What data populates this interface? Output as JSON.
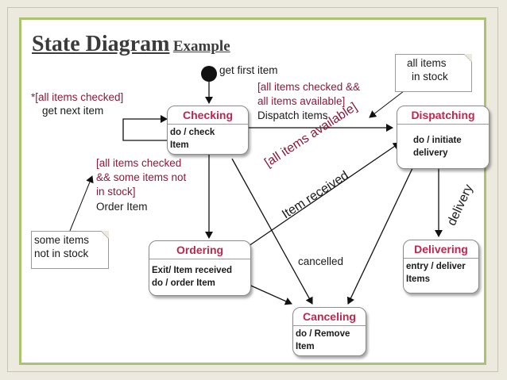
{
  "title": {
    "main": "State Diagram",
    "sub": "Example"
  },
  "initial": {
    "label": "get first item"
  },
  "states": {
    "checking": {
      "name": "Checking",
      "activity": [
        "do / check",
        "Item"
      ]
    },
    "dispatching": {
      "name": "Dispatching",
      "activity": [
        "do / initiate",
        "delivery"
      ]
    },
    "ordering": {
      "name": "Ordering",
      "activity": [
        "Exit/ Item received",
        "do / order Item"
      ]
    },
    "delivering": {
      "name": "Delivering",
      "activity": [
        "entry / deliver",
        "Items"
      ]
    },
    "canceling": {
      "name": "Canceling",
      "activity": [
        "do / Remove",
        "Item"
      ]
    }
  },
  "transitions": {
    "self_loop": {
      "guard": "*[all items checked]",
      "action": "get next item"
    },
    "to_dispatch": {
      "guard1": "[all items checked &&",
      "guard2": "all items available]",
      "action": "Dispatch items"
    },
    "to_order": {
      "guard1": "[all items checked",
      "guard2": "&& some items not",
      "guard3": "in stock]",
      "action": "Order Item"
    },
    "order_to_dispatch": {
      "guard": "[all items available]",
      "action": "Item received"
    },
    "cancelled": {
      "label": "cancelled"
    },
    "delivery": {
      "label": "delivery"
    }
  },
  "notes": {
    "in_stock": [
      "all items",
      "in stock"
    ],
    "not_in_stock": [
      "some items",
      "not in stock"
    ]
  },
  "colors": {
    "state_name": "#c0254f",
    "guard": "#8b1a3a",
    "frame_green": "#a9c36f"
  }
}
